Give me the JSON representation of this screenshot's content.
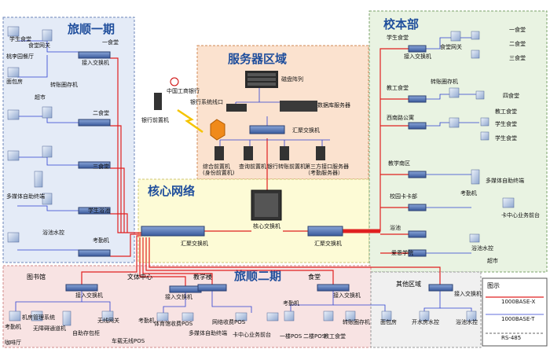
{
  "zones": {
    "lushun1": "旅顺一期",
    "server": "服务器区域",
    "core": "核心网络",
    "campus": "校本部",
    "lushun2": "旅顺二期",
    "other": "其他区域"
  },
  "lushun1": {
    "canteen1": "一食堂",
    "canteen2": "二食堂",
    "canteen3": "三食堂",
    "bath": "学生浴池",
    "student_canteen": "学生食堂",
    "gateway": "食堂网关",
    "taoli": "桃李园餐厅",
    "bakery": "面包房",
    "supermarket": "超市",
    "access_switch": "接入交换机",
    "transfer": "转账圈存机",
    "kiosk": "多媒体自助终端",
    "water": "浴池水控",
    "attendance": "考勤机"
  },
  "server": {
    "disk": "磁盘阵列",
    "db": "数据库服务器",
    "bank_line": "银行系统线口",
    "bank_front": "银行前置机",
    "bank_logo": "中国工商银行",
    "agg": "汇聚交换机",
    "s1": "综合前置机\n(身份前置机)",
    "s2": "查询前置机",
    "s3": "银行转账前置机",
    "s4": "第三方接口服务器\n（考勤服务器）"
  },
  "core": {
    "core_switch": "核心交换机",
    "agg_left": "汇聚交换机",
    "agg_right": "汇聚交换机"
  },
  "campus": {
    "student_canteen": "学生食堂",
    "c1": "一食堂",
    "c2": "二食堂",
    "c3": "三食堂",
    "staff_canteen": "教工食堂",
    "c4": "四食堂",
    "staff": "教工食堂",
    "xinan": "西南路公寓",
    "sc1": "学生食堂",
    "sc2": "学生食堂",
    "teach_south": "教学南区",
    "kiosk": "多媒体自助终端",
    "card_dept": "校园卡卡部",
    "card_front": "卡中心业务前台",
    "bath": "浴池",
    "water": "浴池水控",
    "aiyin": "爱恩学院",
    "supermarket": "超市",
    "gateway": "食堂网关",
    "access": "接入交换机",
    "transfer": "转账圈存机",
    "attendance": "考勤机"
  },
  "lushun2": {
    "library": "图书馆",
    "culture": "文体中心",
    "teaching": "教学楼",
    "canteen": "食堂",
    "access": "接入交换机",
    "attendance": "考勤机",
    "lib_sys": "机房管理系统",
    "cafe": "咖啡厅",
    "gate": "无障碍通道机",
    "self_pay": "自助存包柜",
    "ap": "无线网关",
    "car_pos": "车载无线POS",
    "sports_pos": "体育馆收费POS",
    "net_pos": "网络收费POS",
    "kiosk": "多媒体自助终端",
    "card_front": "卡中心业务前台",
    "transfer": "转账圈存机",
    "f1": "一楼POS",
    "f2": "二楼POS",
    "staff": "教工食堂",
    "bakery": "面包房"
  },
  "other": {
    "access": "接入交换机",
    "water1": "开水房水控",
    "water2": "浴池水控"
  },
  "legend": {
    "title": "图示",
    "l1": "1000BASE-X",
    "l2": "1000BASE-T",
    "l3": "RS-485",
    "c1": "#e02020",
    "c2": "#2b3fd0",
    "c3": "#333333"
  }
}
